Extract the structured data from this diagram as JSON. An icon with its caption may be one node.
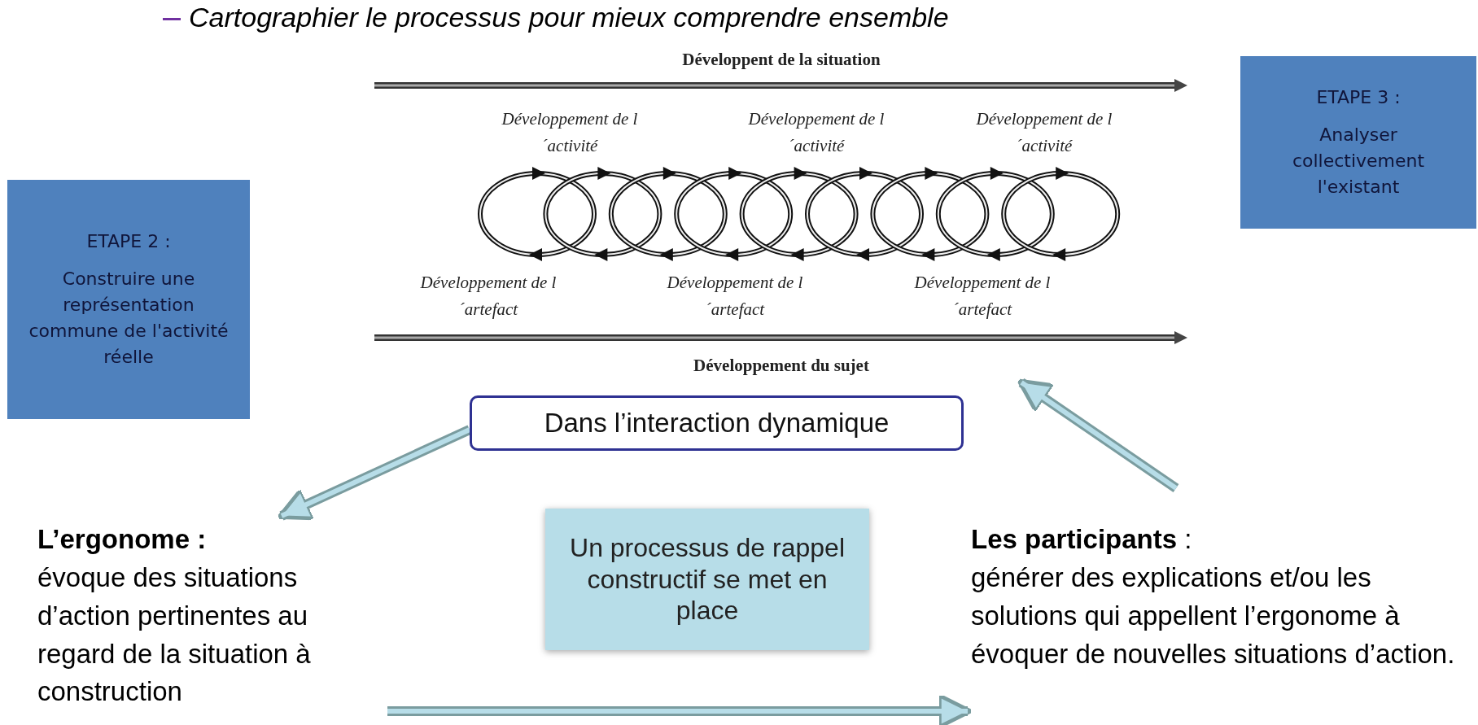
{
  "diagram": {
    "nodes": [
      {
        "text": [
          "Dans l’interaction dynamique"
        ]
      },
      {
        "text": [
          "L’ergonome :",
          "évoque des situations d’action pertinentes au regard de la situation à construction"
        ]
      },
      {
        "text": [
          "**Les participants** :",
          "générer des explications et/ou les solutions qui appellent l’ergonome à évoquer de nouvelles situations d’action."
        ]
      },
      {
        "text": [
          "Un processus de rappel constructif se met en place"
        ]
      },
      {
        "text": [
          "ETAPE 2 :",
          "Construire une représentation commune de l'activité réelle"
        ]
      },
      {
        "text": [
          "ETAPE 3 :",
          "Analyser collectivement l'existant"
        ]
      },
      {
        "text": [
          "Développent de la situation",
          "Développement de l´activité",
          "Développement de l´activité",
          "Développement de l´activité",
          "Développement de l´artefact",
          "Développement de l´artefact",
          "Développement de l´artefact",
          "Développement du sujet"
        ]
      }
    ],
    "edges": [
      {
        "from": 0,
        "to": 1,
        "arrow": "to"
      },
      {
        "from": 2,
        "to": 6,
        "arrow": "to"
      },
      {
        "from": 1,
        "to": 2,
        "arrow": "to"
      }
    ],
    "labels": [
      "Cartographier le processus pour mieux comprendre ensemble"
    ]
  }
}
